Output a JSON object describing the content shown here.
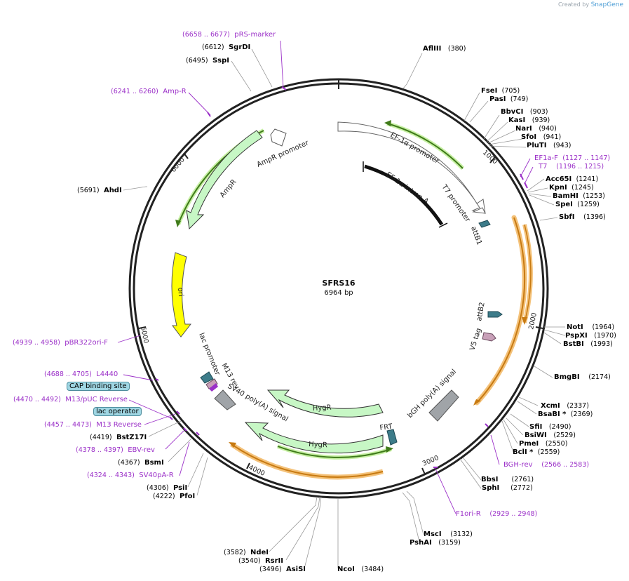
{
  "brand": {
    "prefix": "Created by",
    "name": "SnapGene"
  },
  "plasmid": {
    "name": "SFRS16",
    "size_label": "6964 bp",
    "length": 6964
  },
  "ticks": [
    "1000",
    "2000",
    "3000",
    "4000",
    "5000",
    "6000"
  ],
  "enzymes": [
    {
      "name": "AflIII",
      "pos": "(380)"
    },
    {
      "name": "FseI",
      "pos": "(705)"
    },
    {
      "name": "PasI",
      "pos": "(749)"
    },
    {
      "name": "BbvCI",
      "pos": "(903)"
    },
    {
      "name": "KasI",
      "pos": "(939)"
    },
    {
      "name": "NarI",
      "pos": "(940)"
    },
    {
      "name": "SfoI",
      "pos": "(941)"
    },
    {
      "name": "PluTI",
      "pos": "(943)"
    },
    {
      "name": "Acc65I",
      "pos": "(1241)"
    },
    {
      "name": "KpnI",
      "pos": "(1245)"
    },
    {
      "name": "BamHI",
      "pos": "(1253)"
    },
    {
      "name": "SpeI",
      "pos": "(1259)"
    },
    {
      "name": "SbfI",
      "pos": "(1396)"
    },
    {
      "name": "NotI",
      "pos": "(1964)"
    },
    {
      "name": "PspXI",
      "pos": "(1970)"
    },
    {
      "name": "BstBI",
      "pos": "(1993)"
    },
    {
      "name": "BmgBI",
      "pos": "(2174)"
    },
    {
      "name": "XcmI",
      "pos": "(2337)"
    },
    {
      "name": "BsaBI *",
      "pos": "(2369)"
    },
    {
      "name": "SfiI",
      "pos": "(2490)"
    },
    {
      "name": "BsiWI",
      "pos": "(2529)"
    },
    {
      "name": "PmeI",
      "pos": "(2550)"
    },
    {
      "name": "BclI *",
      "pos": "(2559)"
    },
    {
      "name": "BbsI",
      "pos": "(2761)"
    },
    {
      "name": "SphI",
      "pos": "(2772)"
    },
    {
      "name": "MscI",
      "pos": "(3132)"
    },
    {
      "name": "PshAI",
      "pos": "(3159)"
    },
    {
      "name": "NcoI",
      "pos": "(3484)"
    },
    {
      "name": "AsiSI",
      "pos": "(3496)"
    },
    {
      "name": "RsrII",
      "pos": "(3540)"
    },
    {
      "name": "NdeI",
      "pos": "(3582)"
    },
    {
      "name": "PfoI",
      "pos": "(4222)"
    },
    {
      "name": "PsiI",
      "pos": "(4306)"
    },
    {
      "name": "BsmI",
      "pos": "(4367)"
    },
    {
      "name": "BstZ17I",
      "pos": "(4419)"
    },
    {
      "name": "AhdI",
      "pos": "(5691)"
    },
    {
      "name": "SspI",
      "pos": "(6495)"
    },
    {
      "name": "SgrDI",
      "pos": "(6612)"
    }
  ],
  "primers": [
    {
      "name": "pRS-marker",
      "range": "(6658 .. 6677)"
    },
    {
      "name": "Amp-R",
      "range": "(6241 .. 6260)"
    },
    {
      "name": "EF1a-F",
      "range": "(1127 .. 1147)"
    },
    {
      "name": "T7",
      "range": "(1196 .. 1215)"
    },
    {
      "name": "BGH-rev",
      "range": "(2566 .. 2583)"
    },
    {
      "name": "F1ori-R",
      "range": "(2929 .. 2948)"
    },
    {
      "name": "SV40pA-R",
      "range": "(4324 .. 4343)"
    },
    {
      "name": "EBV-rev",
      "range": "(4378 .. 4397)"
    },
    {
      "name": "M13 Reverse",
      "range": "(4457 .. 4473)"
    },
    {
      "name": "M13/pUC Reverse",
      "range": "(4470 .. 4492)"
    },
    {
      "name": "L4440",
      "range": "(4688 .. 4705)"
    },
    {
      "name": "pBR322ori-F",
      "range": "(4939 .. 4958)"
    }
  ],
  "boxed": [
    {
      "name": "CAP binding site"
    },
    {
      "name": "lac operator"
    }
  ],
  "features": [
    {
      "name": "EF-1α promoter"
    },
    {
      "name": "EF-1α intron A"
    },
    {
      "name": "T7 promoter"
    },
    {
      "name": "attB1"
    },
    {
      "name": "attB2"
    },
    {
      "name": "V5 tag"
    },
    {
      "name": "bGH poly(A) signal"
    },
    {
      "name": "FRT"
    },
    {
      "name": "HygR"
    },
    {
      "name": "HygR"
    },
    {
      "name": "SV40 poly(A) signal"
    },
    {
      "name": "M13 rev"
    },
    {
      "name": "lac promoter"
    },
    {
      "name": "ori"
    },
    {
      "name": "AmpR"
    },
    {
      "name": "AmpR promoter"
    }
  ]
}
